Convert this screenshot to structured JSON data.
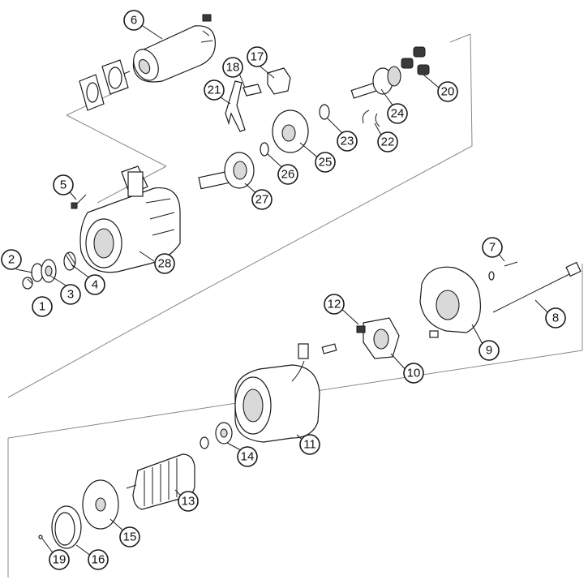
{
  "callouts": [
    {
      "id": "p1",
      "label": "1"
    },
    {
      "id": "p2",
      "label": "2"
    },
    {
      "id": "p3",
      "label": "3"
    },
    {
      "id": "p4",
      "label": "4"
    },
    {
      "id": "p5",
      "label": "5"
    },
    {
      "id": "p6",
      "label": "6"
    },
    {
      "id": "p7",
      "label": "7"
    },
    {
      "id": "p8",
      "label": "8"
    },
    {
      "id": "p9",
      "label": "9"
    },
    {
      "id": "p10",
      "label": "10"
    },
    {
      "id": "p11",
      "label": "11"
    },
    {
      "id": "p12",
      "label": "12"
    },
    {
      "id": "p13",
      "label": "13"
    },
    {
      "id": "p14",
      "label": "14"
    },
    {
      "id": "p15",
      "label": "15"
    },
    {
      "id": "p16",
      "label": "16"
    },
    {
      "id": "p17",
      "label": "17"
    },
    {
      "id": "p18",
      "label": "18"
    },
    {
      "id": "p19",
      "label": "19"
    },
    {
      "id": "p20",
      "label": "20"
    },
    {
      "id": "p21",
      "label": "21"
    },
    {
      "id": "p22",
      "label": "22"
    },
    {
      "id": "p23",
      "label": "23"
    },
    {
      "id": "p24",
      "label": "24"
    },
    {
      "id": "p25",
      "label": "25"
    },
    {
      "id": "p26",
      "label": "26"
    },
    {
      "id": "p27",
      "label": "27"
    },
    {
      "id": "p28",
      "label": "28"
    }
  ]
}
